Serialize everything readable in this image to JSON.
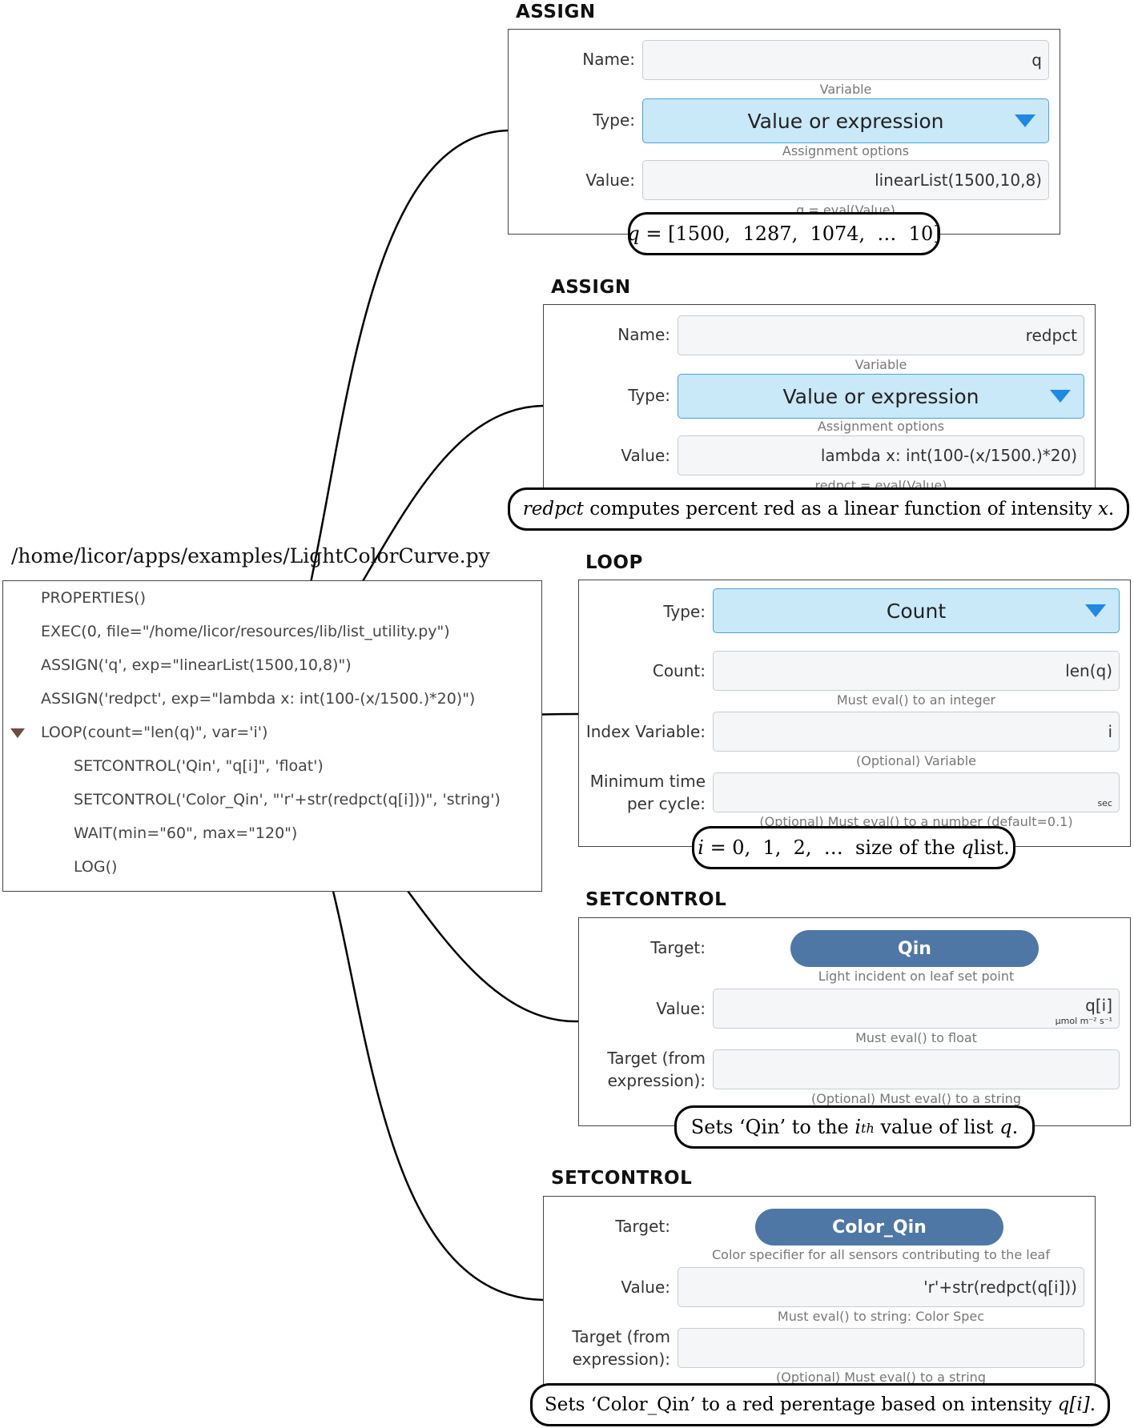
{
  "script_panel": {
    "file_path": "/home/licor/apps/examples/LightColorCurve.py",
    "lines": [
      "PROPERTIES()",
      "EXEC(0, file=\"/home/licor/resources/lib/list_utility.py\")",
      "ASSIGN('q', exp=\"linearList(1500,10,8)\")",
      "ASSIGN('redpct', exp=\"lambda x: int(100-(x/1500.)*20)\")",
      "LOOP(count=\"len(q)\", var='i')",
      "SETCONTROL('Qin', \"q[i]\", 'float')",
      "SETCONTROL('Color_Qin', \"'r'+str(redpct(q[i]))\", 'string')",
      "WAIT(min=\"60\", max=\"120\")",
      "LOG()"
    ]
  },
  "assign1": {
    "title": "ASSIGN",
    "name_label": "Name:",
    "name_value": "q",
    "name_hint": "Variable",
    "type_label": "Type:",
    "type_value": "Value or expression",
    "type_hint": "Assignment options",
    "value_label": "Value:",
    "value_value": "linearList(1500,10,8)",
    "value_hint": "q = eval(Value)",
    "callout_var": "q",
    "callout_rest": " = [1500,  1287,  1074,  …  10]"
  },
  "assign2": {
    "title": "ASSIGN",
    "name_label": "Name:",
    "name_value": "redpct",
    "name_hint": "Variable",
    "type_label": "Type:",
    "type_value": "Value or expression",
    "type_hint": "Assignment options",
    "value_label": "Value:",
    "value_value": "lambda x: int(100-(x/1500.)*20)",
    "value_hint": "redpct = eval(Value)",
    "callout_var": "redpct",
    "callout_mid": " computes percent red as a linear function of intensity ",
    "callout_x": "x",
    "callout_end": "."
  },
  "loop": {
    "title": "LOOP",
    "type_label": "Type:",
    "type_value": "Count",
    "count_label": "Count:",
    "count_value": "len(q)",
    "count_hint": "Must eval() to an integer",
    "index_label": "Index Variable:",
    "index_value": "i",
    "index_hint": "(Optional) Variable",
    "mintime_label1": "Minimum time",
    "mintime_label2": "per cycle:",
    "mintime_unit": "sec",
    "mintime_hint": "(Optional) Must eval() to a number (default=0.1)",
    "callout_var": "i",
    "callout_mid": " = 0,  1,  2,  …  size of the ",
    "callout_q": "q",
    "callout_end": " list."
  },
  "setcontrol1": {
    "title": "SETCONTROL",
    "target_label": "Target:",
    "target_value": "Qin",
    "target_hint": "Light incident on leaf set point",
    "value_label": "Value:",
    "value_value": "q[i]",
    "value_unit": "µmol m⁻² s⁻¹",
    "value_hint": "Must eval() to float",
    "tfe_label1": "Target (from",
    "tfe_label2": "expression):",
    "tfe_hint": "(Optional) Must eval() to a string",
    "callout_pre": "Sets ‘Qin’ to the ",
    "callout_i": "i",
    "callout_sup": "th",
    "callout_mid": " value of list ",
    "callout_q": "q",
    "callout_end": "."
  },
  "setcontrol2": {
    "title": "SETCONTROL",
    "target_label": "Target:",
    "target_value": "Color_Qin",
    "target_hint": "Color specifier for all sensors contributing to the leaf",
    "value_label": "Value:",
    "value_value": "'r'+str(redpct(q[i]))",
    "value_hint": "Must eval() to string: Color Spec",
    "tfe_label1": "Target (from",
    "tfe_label2": "expression):",
    "tfe_hint": "(Optional) Must eval() to a string",
    "callout_pre": "Sets ‘Color_Qin’ to a red perentage based on intensity ",
    "callout_var": "q[i]",
    "callout_end": "."
  },
  "colors": {
    "dropdown_bg": "#c9e8f8",
    "dropdown_arrow": "#1e88e5",
    "pill": "#4f77a6",
    "loop_triangle": "#6d4c41"
  },
  "icons": {
    "dropdown_arrow": "triangle-down",
    "loop_expander": "triangle-down"
  }
}
